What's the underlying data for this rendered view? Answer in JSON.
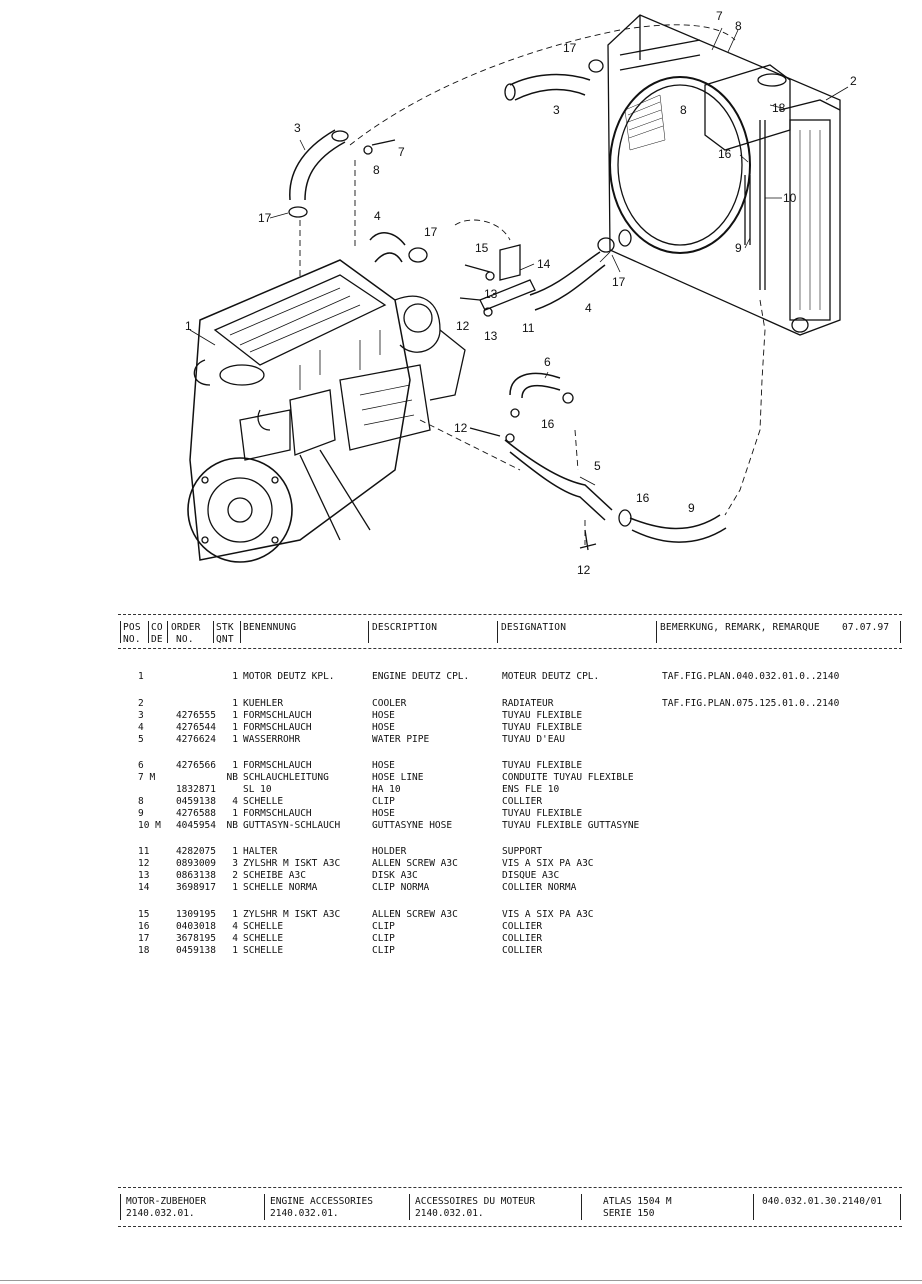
{
  "callouts": [
    "1",
    "2",
    "3",
    "3",
    "4",
    "4",
    "5",
    "6",
    "7",
    "7",
    "8",
    "8",
    "8",
    "9",
    "9",
    "10",
    "11",
    "12",
    "12",
    "12",
    "13",
    "13",
    "14",
    "15",
    "16",
    "16",
    "16",
    "17",
    "17",
    "17",
    "17",
    "18"
  ],
  "table": {
    "headers": {
      "pos": "POS",
      "co": "CO",
      "order": "ORDER",
      "stk": "STK",
      "benennung": "BENENNUNG",
      "description": "DESCRIPTION",
      "designation": "DESIGNATION",
      "remark": "BEMERKUNG, REMARK, REMARQUE",
      "date": "07.07.97",
      "no": "NO.",
      "de": "DE",
      "order_no": "NO.",
      "qnt": "QNT"
    },
    "rows": [
      {
        "pos": "1",
        "order": "",
        "qty": "1",
        "benennung": "MOTOR DEUTZ  KPL.",
        "description": "ENGINE DEUTZ CPL.",
        "designation": "MOTEUR DEUTZ CPL.",
        "remark": "TAF.FIG.PLAN.040.032.01.0..2140"
      },
      {
        "pos": "2",
        "order": "",
        "qty": "1",
        "benennung": "KUEHLER",
        "description": "COOLER",
        "designation": "RADIATEUR",
        "remark": "TAF.FIG.PLAN.075.125.01.0..2140"
      },
      {
        "pos": "3",
        "order": "4276555",
        "qty": "1",
        "benennung": "FORMSCHLAUCH",
        "description": "HOSE",
        "designation": "TUYAU FLEXIBLE",
        "remark": ""
      },
      {
        "pos": "4",
        "order": "4276544",
        "qty": "1",
        "benennung": "FORMSCHLAUCH",
        "description": "HOSE",
        "designation": "TUYAU FLEXIBLE",
        "remark": ""
      },
      {
        "pos": "5",
        "order": "4276624",
        "qty": "1",
        "benennung": "WASSERROHR",
        "description": "WATER PIPE",
        "designation": "TUYAU D'EAU",
        "remark": ""
      },
      {
        "pos": "6",
        "order": "4276566",
        "qty": "1",
        "benennung": "FORMSCHLAUCH",
        "description": "HOSE",
        "designation": "TUYAU FLEXIBLE",
        "remark": ""
      },
      {
        "pos": "7 M",
        "order": "",
        "qty": "NB",
        "benennung": "SCHLAUCHLEITUNG",
        "description": "HOSE LINE",
        "designation": "CONDUITE TUYAU FLEXIBLE",
        "remark": ""
      },
      {
        "pos": "",
        "order": "1832871",
        "qty": "",
        "benennung": "SL 10",
        "description": "HA 10",
        "designation": "ENS FLE 10",
        "remark": ""
      },
      {
        "pos": "8",
        "order": "0459138",
        "qty": "4",
        "benennung": "SCHELLE",
        "description": "CLIP",
        "designation": "COLLIER",
        "remark": ""
      },
      {
        "pos": "9",
        "order": "4276588",
        "qty": "1",
        "benennung": "FORMSCHLAUCH",
        "description": "HOSE",
        "designation": "TUYAU FLEXIBLE",
        "remark": ""
      },
      {
        "pos": "10 M",
        "order": "4045954",
        "qty": "NB",
        "benennung": "GUTTASYN-SCHLAUCH",
        "description": "GUTTASYNE HOSE",
        "designation": "TUYAU FLEXIBLE GUTTASYNE",
        "remark": ""
      },
      {
        "pos": "11",
        "order": "4282075",
        "qty": "1",
        "benennung": "HALTER",
        "description": "HOLDER",
        "designation": "SUPPORT",
        "remark": ""
      },
      {
        "pos": "12",
        "order": "0893009",
        "qty": "3",
        "benennung": "ZYLSHR M ISKT A3C",
        "description": "ALLEN SCREW A3C",
        "designation": "VIS A SIX PA A3C",
        "remark": ""
      },
      {
        "pos": "13",
        "order": "0863138",
        "qty": "2",
        "benennung": "SCHEIBE A3C",
        "description": "DISK A3C",
        "designation": "DISQUE A3C",
        "remark": ""
      },
      {
        "pos": "14",
        "order": "3698917",
        "qty": "1",
        "benennung": "SCHELLE NORMA",
        "description": "CLIP NORMA",
        "designation": "COLLIER NORMA",
        "remark": ""
      },
      {
        "pos": "15",
        "order": "1309195",
        "qty": "1",
        "benennung": "ZYLSHR M ISKT A3C",
        "description": "ALLEN SCREW A3C",
        "designation": "VIS A SIX PA A3C",
        "remark": ""
      },
      {
        "pos": "16",
        "order": "0403018",
        "qty": "4",
        "benennung": "SCHELLE",
        "description": "CLIP",
        "designation": "COLLIER",
        "remark": ""
      },
      {
        "pos": "17",
        "order": "3678195",
        "qty": "4",
        "benennung": "SCHELLE",
        "description": "CLIP",
        "designation": "COLLIER",
        "remark": ""
      },
      {
        "pos": "18",
        "order": "0459138",
        "qty": "1",
        "benennung": "SCHELLE",
        "description": "CLIP",
        "designation": "COLLIER",
        "remark": ""
      }
    ]
  },
  "footer": {
    "de_title": "MOTOR-ZUBEHOER",
    "de_code": "2140.032.01.",
    "en_title": "ENGINE ACCESSORIES",
    "en_code": "2140.032.01.",
    "fr_title": "ACCESSOIRES DU MOTEUR",
    "fr_code": "2140.032.01.",
    "model": "ATLAS 1504 M",
    "series": "SERIE 150",
    "doc_no": "040.032.01.30.2140/01"
  }
}
